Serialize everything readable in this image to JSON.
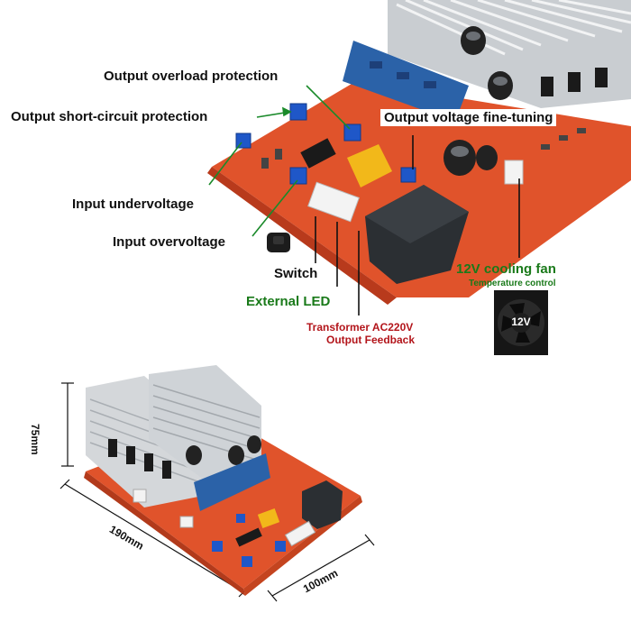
{
  "labels": {
    "output_overload": "Output overload protection",
    "output_short_circuit": "Output short-circuit protection",
    "output_voltage_fine_tuning": "Output voltage fine-tuning",
    "input_undervoltage": "Input undervoltage",
    "input_overvoltage": "Input overvoltage",
    "switch": "Switch",
    "external_led": "External LED",
    "transformer_line1": "Transformer AC220V",
    "transformer_line2": "Output Feedback",
    "cooling_fan_line1": "12V cooling fan",
    "cooling_fan_line2": "Temperature control",
    "fan_text": "12V"
  },
  "dimensions": {
    "height": "75mm",
    "length": "190mm",
    "width": "100mm"
  },
  "colors": {
    "pcb_red": "#e0532b",
    "label_green": "#1a7a1a",
    "label_red": "#b3151b",
    "heatsink": "#d4d7da"
  }
}
